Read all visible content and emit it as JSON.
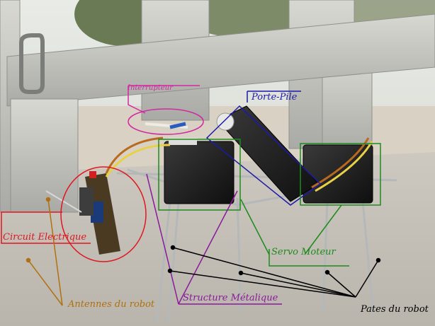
{
  "labels": {
    "interrupteur": "Interrupteur",
    "porte_pile": "Porte-Pile",
    "circuit": "Circuit Electrique",
    "servo": "Servo Moteur",
    "structure": "Structure Métalique",
    "antennes": "Antennes du robot",
    "pates": "Pates du robot"
  },
  "colors": {
    "interrupteur": "#d22aa2",
    "porte_pile": "#1c1aa8",
    "circuit": "#e01620",
    "servo": "#1e8a1e",
    "structure": "#8a1a9a",
    "antennes": "#b07010",
    "pates": "#000000"
  }
}
